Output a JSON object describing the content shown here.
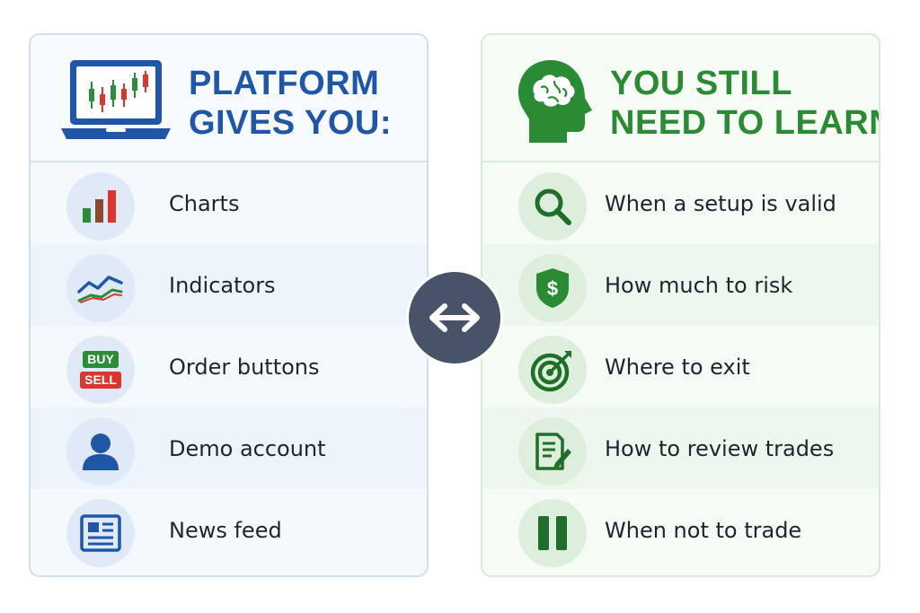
{
  "left_panel": {
    "title_line1": "PLATFORM",
    "title_line2": "GIVES YOU:",
    "header_icon": "laptop-candlestick-icon",
    "items": [
      {
        "label": "Charts",
        "icon": "bar-chart-icon"
      },
      {
        "label": "Indicators",
        "icon": "line-chart-icon"
      },
      {
        "label": "Order buttons",
        "icon": "buy-sell-icon",
        "buy_label": "BUY",
        "sell_label": "SELL"
      },
      {
        "label": "Demo account",
        "icon": "user-icon"
      },
      {
        "label": "News feed",
        "icon": "newspaper-icon"
      }
    ]
  },
  "right_panel": {
    "title_line1": "YOU STILL",
    "title_line2": "NEED TO LEARN:",
    "header_icon": "head-brain-icon",
    "items": [
      {
        "label": "When a setup is valid",
        "icon": "magnifier-icon"
      },
      {
        "label": "How much to risk",
        "icon": "dollar-shield-icon"
      },
      {
        "label": "Where to exit",
        "icon": "target-arrow-icon"
      },
      {
        "label": "How to review trades",
        "icon": "document-pencil-icon"
      },
      {
        "label": "When not to trade",
        "icon": "pause-icon"
      }
    ]
  },
  "center_icon": "double-arrow-icon",
  "colors": {
    "blue_accent": "#1f56a8",
    "green_accent": "#2b8a34",
    "center_circle": "#475366",
    "buy": "#2e8b3a",
    "sell": "#d9372e"
  }
}
